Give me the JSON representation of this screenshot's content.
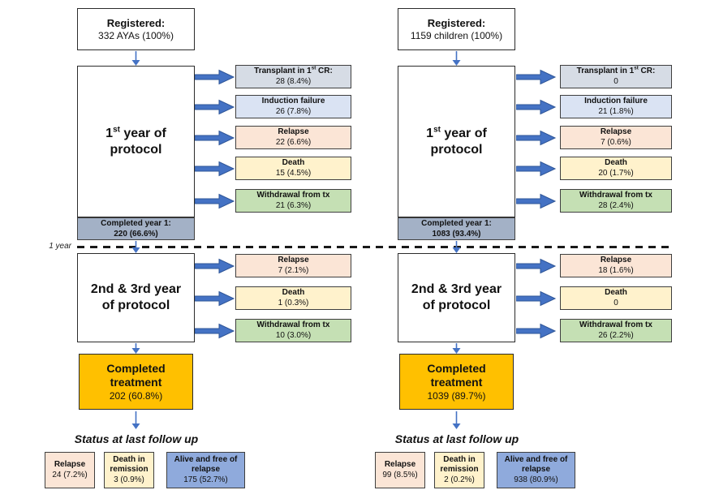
{
  "divider": {
    "label": "1 year"
  },
  "colors": {
    "transplant": "#d6dce5",
    "induction": "#dae3f3",
    "relapse": "#fbe5d6",
    "death": "#fff2cc",
    "withdrawal": "#c5e0b4",
    "completed_year_strip": "#a3b1c6",
    "completed_treatment": "#ffc000",
    "alive": "#8faadc",
    "arrow": "#4472c4",
    "arrow_border": "#2e5597"
  },
  "charts": [
    {
      "registered_title": "Registered:",
      "registered_value": "332 AYAs (100%)",
      "year1_label_pre": "1",
      "year1_label_sup": "st",
      "year1_label_post": " year of protocol",
      "year1_completed_title": "Completed year 1:",
      "year1_completed_value": "220 (66.6%)",
      "year1_exits": [
        {
          "title_pre": "Transplant in 1",
          "title_sup": "st",
          "title_post": " CR:",
          "value": "28 (8.4%)"
        },
        {
          "title": "Induction failure",
          "value": "26 (7.8%)"
        },
        {
          "title": "Relapse",
          "value": "22 (6.6%)"
        },
        {
          "title": "Death",
          "value": "15 (4.5%)"
        },
        {
          "title": "Withdrawal from tx",
          "value": "21 (6.3%)"
        }
      ],
      "year23_label": "2nd & 3rd year of protocol",
      "year23_exits": [
        {
          "title": "Relapse",
          "value": "7 (2.1%)"
        },
        {
          "title": "Death",
          "value": "1 (0.3%)"
        },
        {
          "title": "Withdrawal from tx",
          "value": "10 (3.0%)"
        }
      ],
      "completed_title": "Completed treatment",
      "completed_value": "202 (60.8%)",
      "status_heading": "Status at last follow up",
      "followup": [
        {
          "title": "Relapse",
          "value": "24 (7.2%)"
        },
        {
          "title": "Death in remission",
          "value": "3 (0.9%)"
        },
        {
          "title": "Alive and free of relapse",
          "value": "175 (52.7%)"
        }
      ]
    },
    {
      "registered_title": "Registered:",
      "registered_value": "1159 children (100%)",
      "year1_label_pre": "1",
      "year1_label_sup": "st",
      "year1_label_post": " year of protocol",
      "year1_completed_title": "Completed year 1:",
      "year1_completed_value": "1083 (93.4%)",
      "year1_exits": [
        {
          "title_pre": "Transplant in 1",
          "title_sup": "st",
          "title_post": " CR:",
          "value": "0"
        },
        {
          "title": "Induction failure",
          "value": "21 (1.8%)"
        },
        {
          "title": "Relapse",
          "value": "7 (0.6%)"
        },
        {
          "title": "Death",
          "value": "20 (1.7%)"
        },
        {
          "title": "Withdrawal from tx",
          "value": "28 (2.4%)"
        }
      ],
      "year23_label": "2nd & 3rd year of protocol",
      "year23_exits": [
        {
          "title": "Relapse",
          "value": "18 (1.6%)"
        },
        {
          "title": "Death",
          "value": "0"
        },
        {
          "title": "Withdrawal from tx",
          "value": "26 (2.2%)"
        }
      ],
      "completed_title": "Completed treatment",
      "completed_value": "1039 (89.7%)",
      "status_heading": "Status at last follow up",
      "followup": [
        {
          "title": "Relapse",
          "value": "99 (8.5%)"
        },
        {
          "title": "Death in remission",
          "value": "2 (0.2%)"
        },
        {
          "title": "Alive and free of relapse",
          "value": "938 (80.9%)"
        }
      ]
    }
  ]
}
